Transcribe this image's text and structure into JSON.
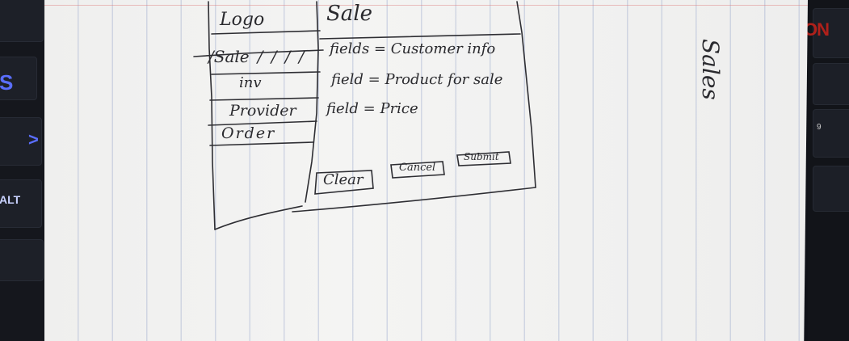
{
  "sketch": {
    "logo": "Logo",
    "page_title": "Sale",
    "side_label": "Sales",
    "nav": {
      "items": [
        {
          "label": "Sale",
          "active_marks": "/"
        },
        {
          "label": "inv"
        },
        {
          "label": "Provider"
        },
        {
          "label": "Order"
        }
      ]
    },
    "fields": [
      {
        "text": "fields = Customer info"
      },
      {
        "text": "field = Product for sale"
      },
      {
        "text": "field = Price"
      }
    ],
    "buttons": {
      "clear": "Clear",
      "cancel": "Cancel",
      "submit": "Submit"
    }
  },
  "keyboard": {
    "left_keys": [
      "S",
      ">",
      "ALT"
    ],
    "right_brand": "ON",
    "right_key": "9"
  },
  "colors": {
    "ink": "#2a2a2e",
    "paper": "#f1f1f0",
    "rule_lines": "#788cbe",
    "keyboard": "#15171d",
    "key_glyph": "#5a6eff"
  }
}
